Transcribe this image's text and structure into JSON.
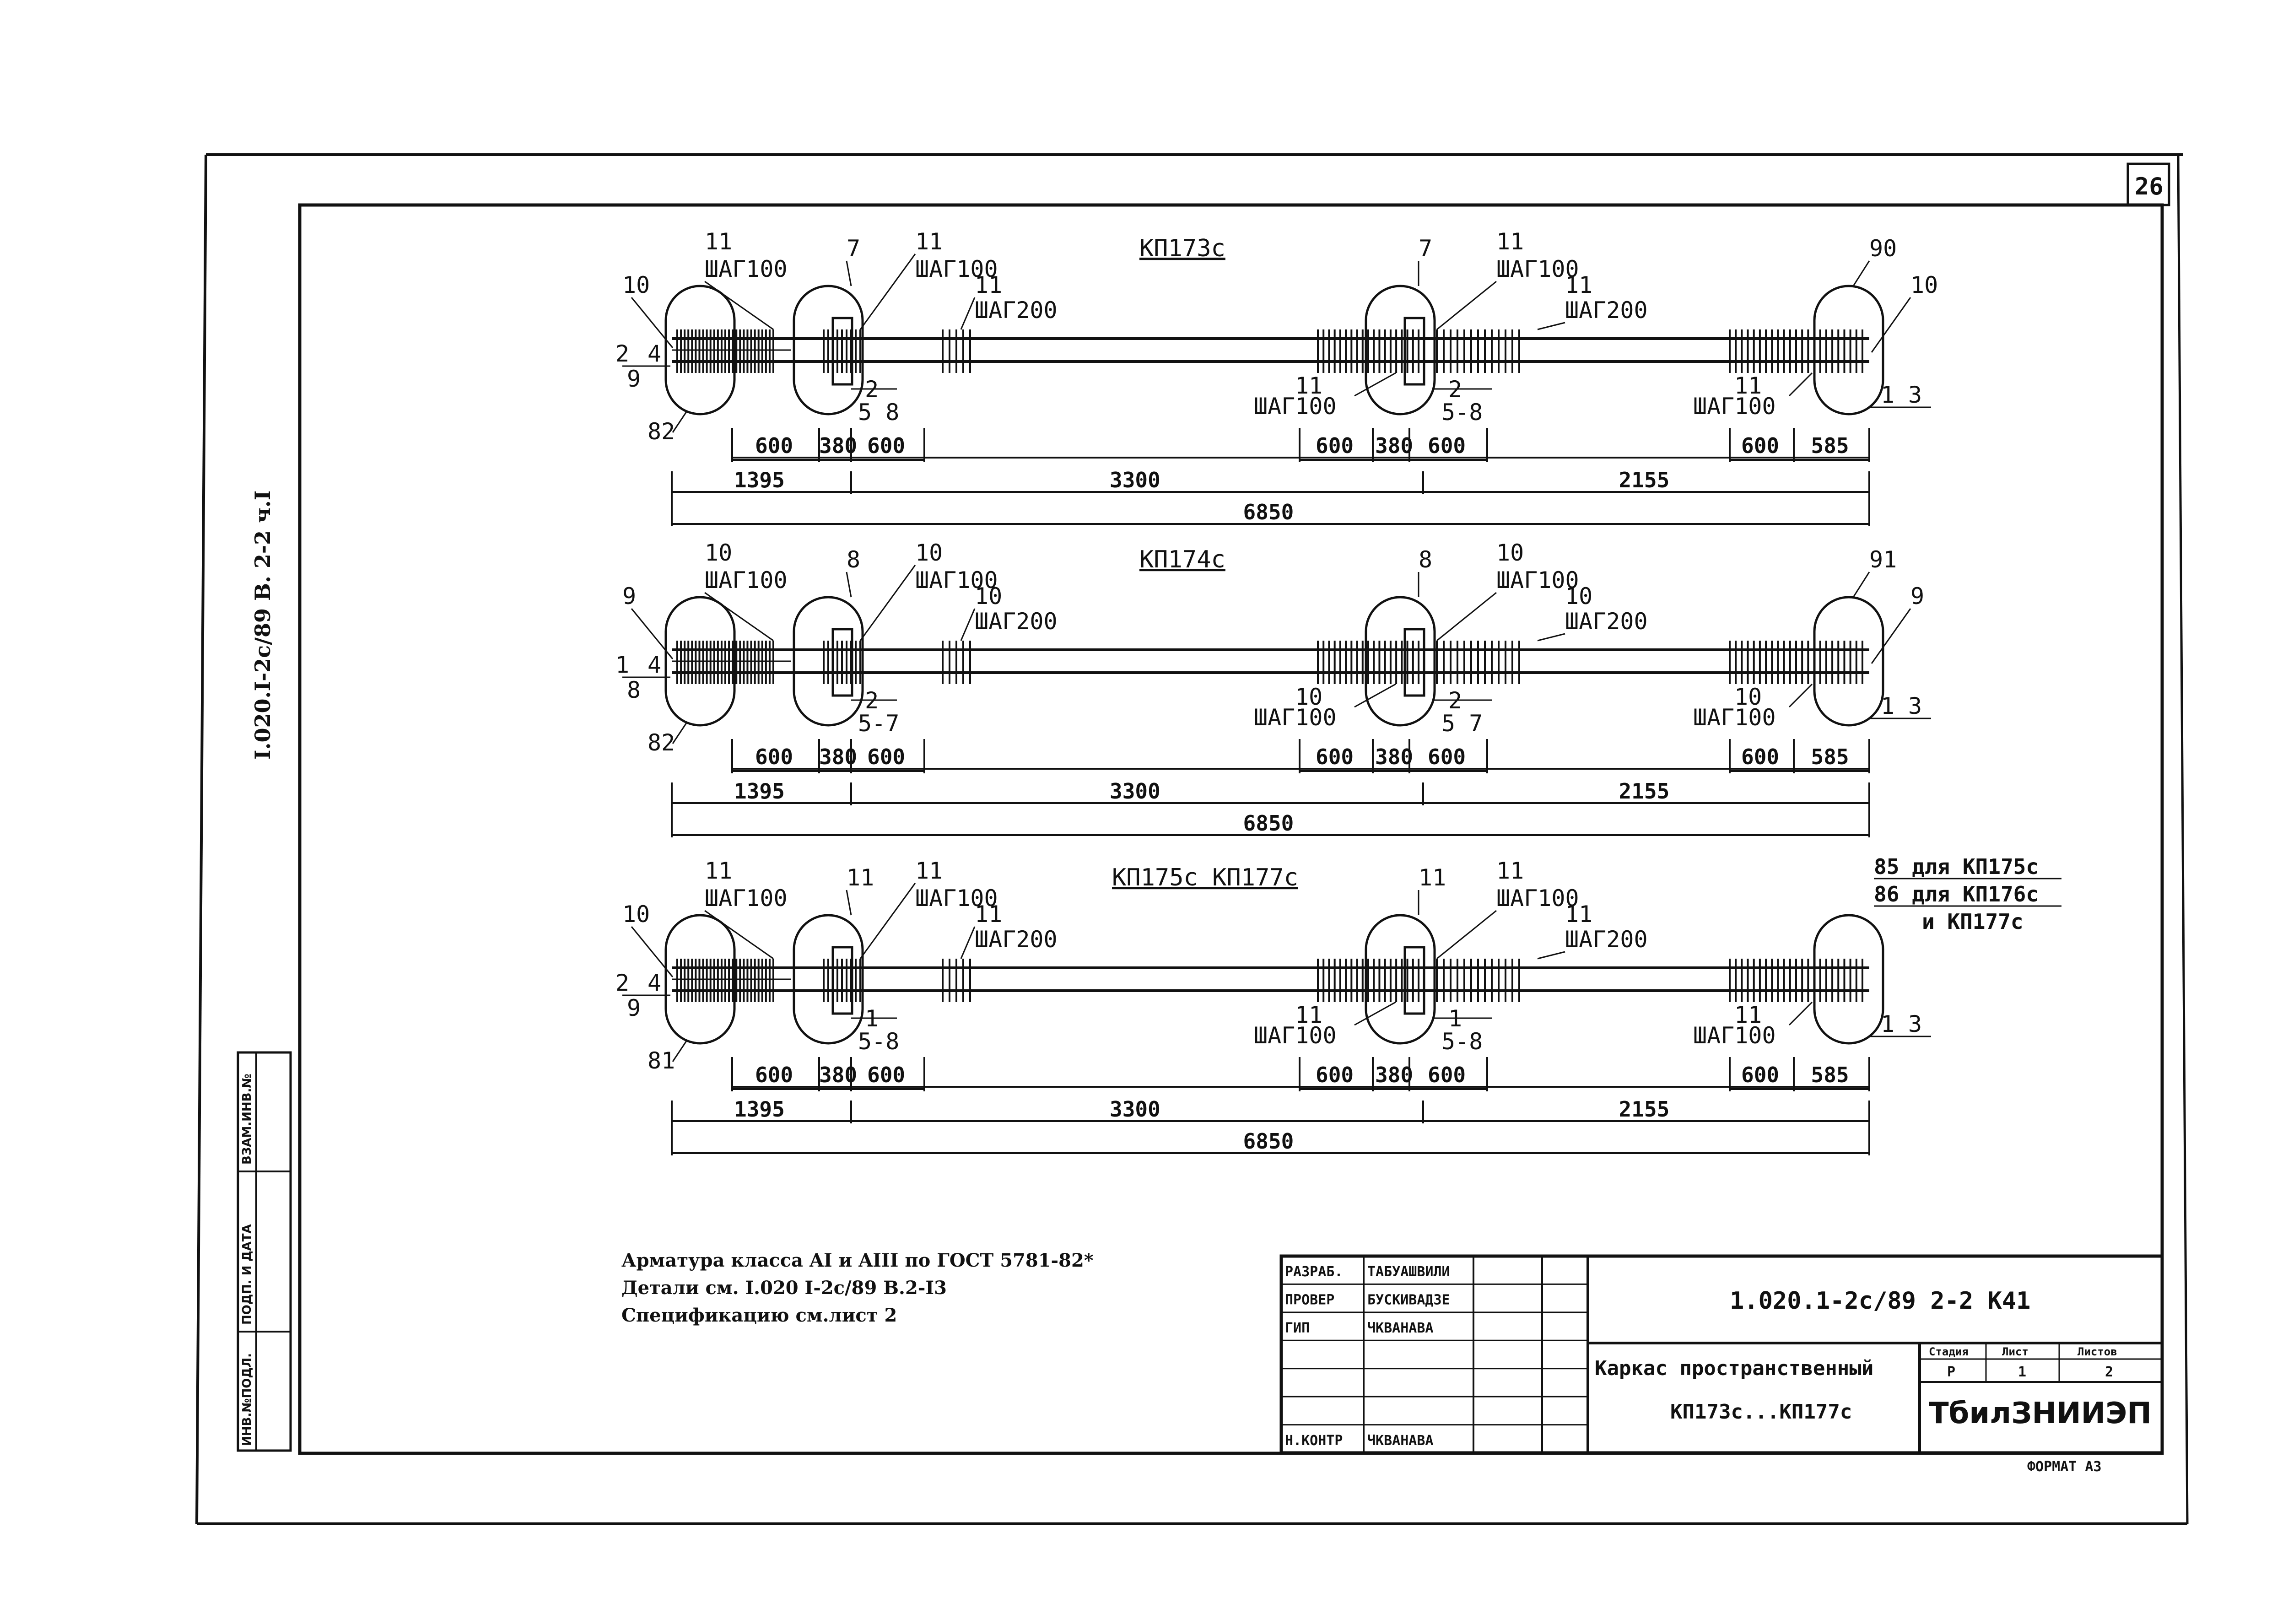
{
  "sheet_number": "26",
  "side_code": "I.020.I-2c/89 B. 2-2 ч.I",
  "format": "ФОРМАТ А3",
  "notes": [
    "Арматура класса AI и AIII по ГОСТ 5781-82*",
    "Детали см. I.020 I-2c/89 В.2-I3",
    "Спецификацию см.лист 2"
  ],
  "left_strip": [
    "ИНВ.№ПОДЛ.",
    "ПОДП. И ДАТА",
    "ВЗАМ.ИНВ.№"
  ],
  "title_block": {
    "roles": [
      {
        "role": "РАЗРАБ.",
        "name": "ТАБУАШВИЛИ"
      },
      {
        "role": "ПРОВЕР",
        "name": "БУСКИВАДЗЕ"
      },
      {
        "role": "ГИП",
        "name": "ЧКВАНАВА"
      },
      {
        "role": "",
        "name": ""
      },
      {
        "role": "",
        "name": ""
      },
      {
        "role": "",
        "name": ""
      },
      {
        "role": "Н.КОНТР",
        "name": "ЧКВАНАВА"
      }
    ],
    "designation": "1.020.1-2c/89 2-2 K41",
    "object_line1": "Каркас пространственный",
    "object_line2": "КП173с...КП177с",
    "stage_label": "Стадия",
    "sheet_label": "Лист",
    "sheets_label": "Листов",
    "stage": "Р",
    "sheet": "1",
    "sheets": "2",
    "organization": "ТбилЗНИИЭП"
  },
  "frames": [
    {
      "title": "КП173с",
      "labels": [
        "11",
        "ШАГ100",
        "7",
        "11",
        "ШАГ100",
        "11",
        "ШАГ200",
        "7",
        "11",
        "ШАГ100",
        "11",
        "ШАГ200",
        "90",
        "10",
        "10",
        "2",
        "4",
        "9",
        "82",
        "2",
        "5 8",
        "11",
        "ШАГ100",
        "2",
        "5-8",
        "11",
        "ШАГ100",
        "1",
        "3"
      ],
      "dims_row1": [
        "600",
        "380",
        "600",
        "600",
        "380",
        "600",
        "600",
        "585"
      ],
      "dims_row2": [
        "1395",
        "3300",
        "2155"
      ],
      "total": "6850"
    },
    {
      "title": "КП174с",
      "labels": [
        "10",
        "ШАГ100",
        "8",
        "10",
        "ШАГ100",
        "10",
        "ШАГ200",
        "8",
        "10",
        "ШАГ100",
        "10",
        "ШАГ200",
        "91",
        "9",
        "9",
        "1",
        "4",
        "8",
        "82",
        "2",
        "5-7",
        "10",
        "ШАГ100",
        "2",
        "5 7",
        "10",
        "ШАГ100",
        "1",
        "3"
      ],
      "dims_row1": [
        "600",
        "380",
        "600",
        "600",
        "380",
        "600",
        "600",
        "585"
      ],
      "dims_row2": [
        "1395",
        "3300",
        "2155"
      ],
      "total": "6850"
    },
    {
      "title": "КП175с   КП177с",
      "labels": [
        "11",
        "ШАГ100",
        "11",
        "11",
        "ШАГ100",
        "11",
        "ШАГ200",
        "11",
        "11",
        "ШАГ100",
        "11",
        "ШАГ200",
        "85 для КП175с",
        "86 для КП176с",
        "и КП177с",
        "10",
        "2",
        "4",
        "9",
        "81",
        "1",
        "5-8",
        "11",
        "ШАГ100",
        "1",
        "5-8",
        "11",
        "ШАГ100",
        "1",
        "3"
      ],
      "dims_row1": [
        "600",
        "380",
        "600",
        "600",
        "380",
        "600",
        "600",
        "585"
      ],
      "dims_row2": [
        "1395",
        "3300",
        "2155"
      ],
      "total": "6850"
    }
  ]
}
